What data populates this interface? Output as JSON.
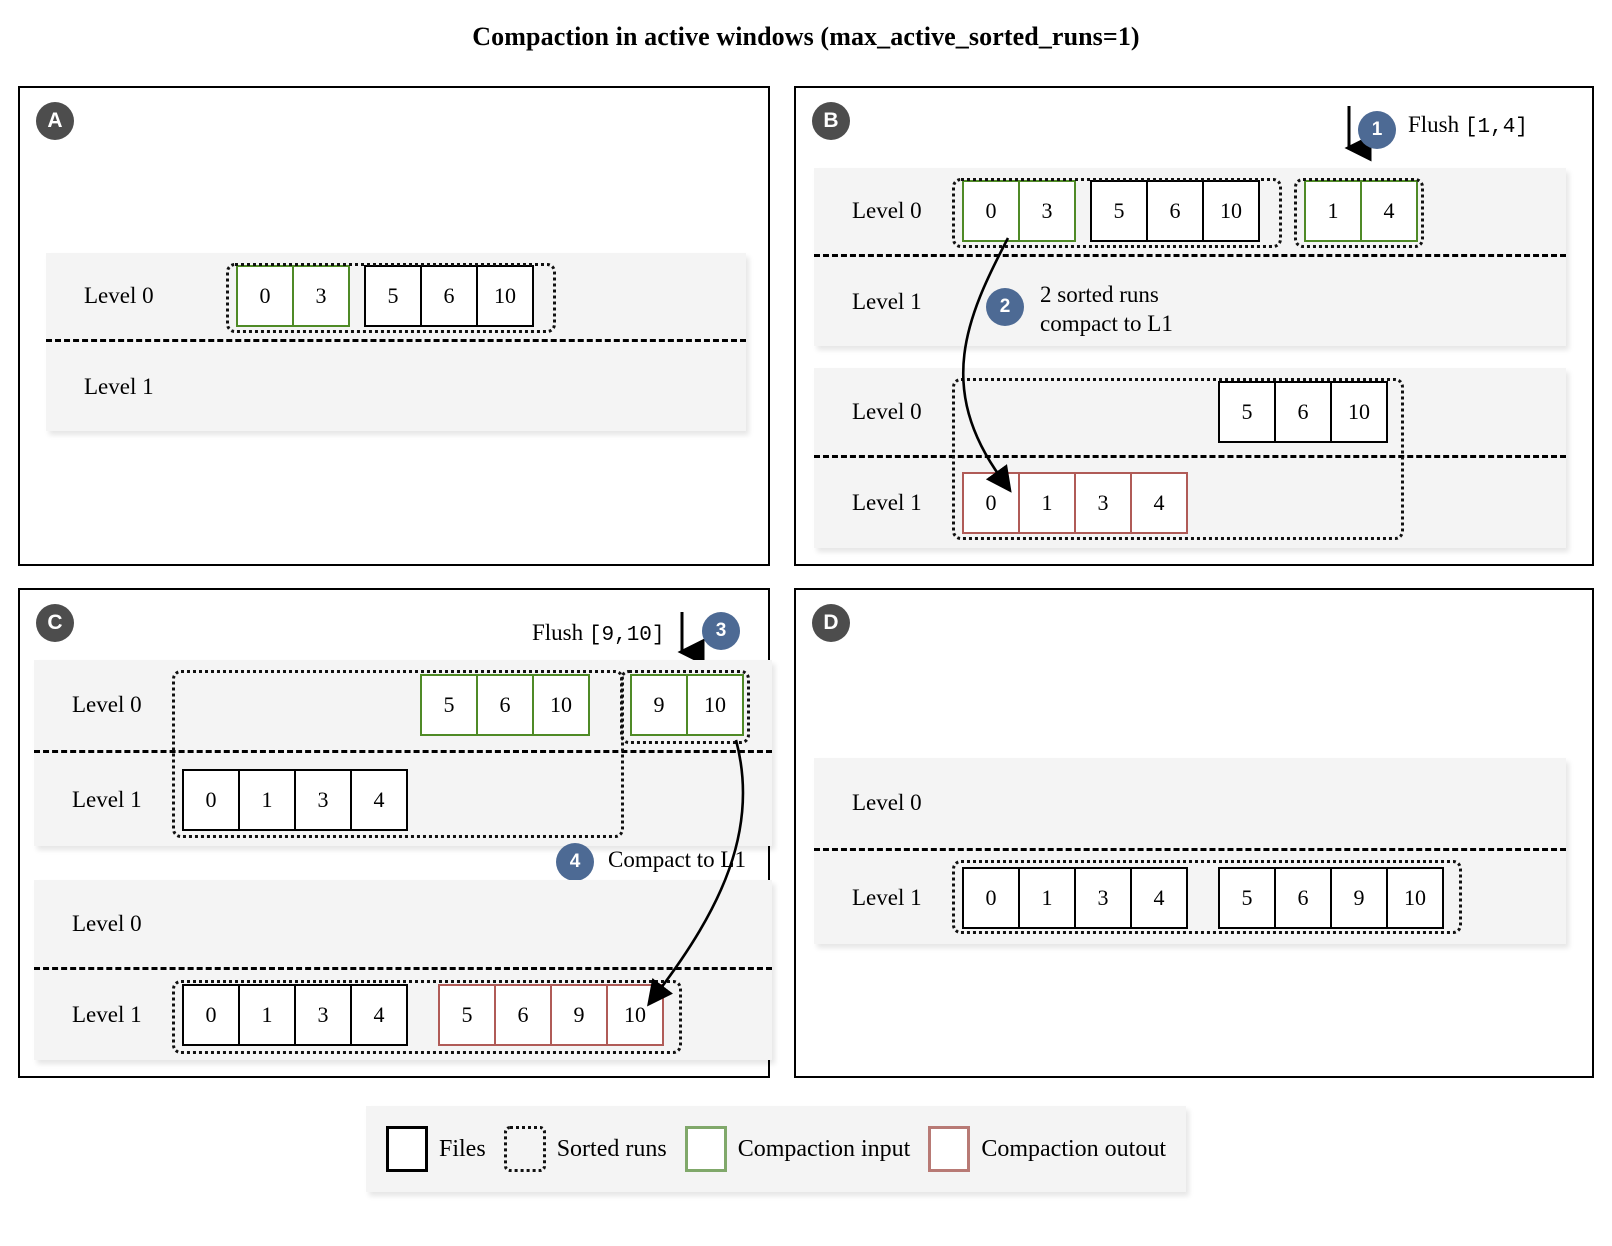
{
  "title": "Compaction in active windows (max_active_sorted_runs=1)",
  "level_labels": {
    "l0": "Level 0",
    "l1": "Level 1"
  },
  "panels": {
    "a": {
      "badge": "A",
      "blocks": [
        {
          "level0": {
            "runs": [
              {
                "color": "green",
                "files": [
                  "0",
                  "3"
                ]
              },
              {
                "color": "black",
                "files": [
                  "5",
                  "6",
                  "10"
                ]
              }
            ]
          },
          "level1": {
            "runs": []
          }
        }
      ]
    },
    "b": {
      "badge": "B",
      "flush_label": "Flush",
      "flush_range": "[1,4]",
      "step1": "1",
      "step2": "2",
      "step2_line1": "2 sorted runs",
      "step2_line2": "compact to L1",
      "blocks": [
        {
          "level0": {
            "runs": [
              {
                "color": "green",
                "files": [
                  "0",
                  "3"
                ]
              },
              {
                "color": "black",
                "files": [
                  "5",
                  "6",
                  "10"
                ]
              },
              {
                "color": "green",
                "files": [
                  "1",
                  "4"
                ]
              }
            ]
          },
          "level1": {
            "runs": []
          }
        },
        {
          "level0": {
            "runs": [
              {
                "color": "black",
                "files": [
                  "5",
                  "6",
                  "10"
                ]
              }
            ]
          },
          "level1": {
            "runs": [
              {
                "color": "red",
                "files": [
                  "0",
                  "1",
                  "3",
                  "4"
                ]
              }
            ]
          }
        }
      ]
    },
    "c": {
      "badge": "C",
      "flush_label": "Flush",
      "flush_range": "[9,10]",
      "step3": "3",
      "step4": "4",
      "step4_text": "Compact to L1",
      "blocks": [
        {
          "level0": {
            "runs": [
              {
                "color": "green",
                "files": [
                  "5",
                  "6",
                  "10"
                ]
              },
              {
                "color": "green",
                "files": [
                  "9",
                  "10"
                ]
              }
            ]
          },
          "level1": {
            "runs": [
              {
                "color": "black",
                "files": [
                  "0",
                  "1",
                  "3",
                  "4"
                ]
              }
            ]
          }
        },
        {
          "level0": {
            "runs": []
          },
          "level1": {
            "runs": [
              {
                "color": "black",
                "files": [
                  "0",
                  "1",
                  "3",
                  "4"
                ]
              },
              {
                "color": "red",
                "files": [
                  "5",
                  "6",
                  "9",
                  "10"
                ]
              }
            ]
          }
        }
      ]
    },
    "d": {
      "badge": "D",
      "blocks": [
        {
          "level0": {
            "runs": []
          },
          "level1": {
            "runs": [
              {
                "color": "black",
                "files": [
                  "0",
                  "1",
                  "3",
                  "4"
                ]
              },
              {
                "color": "black",
                "files": [
                  "5",
                  "6",
                  "9",
                  "10"
                ]
              }
            ]
          }
        }
      ]
    }
  },
  "legend": {
    "items": [
      {
        "swatch": "black",
        "label": "Files"
      },
      {
        "swatch": "dotted",
        "label": "Sorted runs"
      },
      {
        "swatch": "green",
        "label": "Compaction input"
      },
      {
        "swatch": "red",
        "label": "Compaction outout"
      }
    ]
  },
  "colors": {
    "compaction_input": "#4f8a26",
    "compaction_output": "#b05b57",
    "step_badge": "#4d6a94",
    "panel_badge": "#4d4d4d",
    "band_bg": "#f4f4f4"
  }
}
